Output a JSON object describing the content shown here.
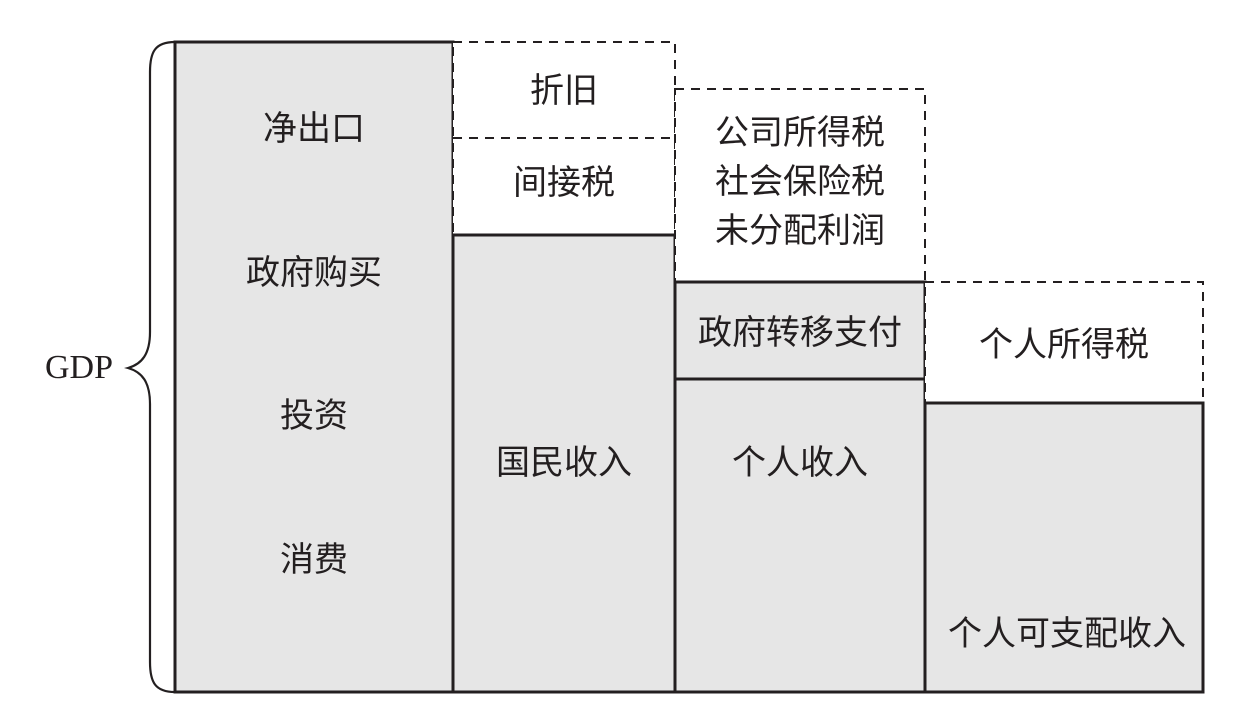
{
  "gdp_label": "GDP",
  "columns": {
    "gdp": {
      "items": [
        "净出口",
        "政府购买",
        "投资",
        "消费"
      ]
    },
    "national_income": {
      "deductions": [
        "折旧",
        "间接税"
      ],
      "label": "国民收入"
    },
    "personal_income": {
      "deductions": [
        "公司所得税",
        "社会保险税",
        "未分配利润"
      ],
      "addition": "政府转移支付",
      "label": "个人收入"
    },
    "disposable_income": {
      "deduction": "个人所得税",
      "label": "个人可支配收入"
    }
  }
}
